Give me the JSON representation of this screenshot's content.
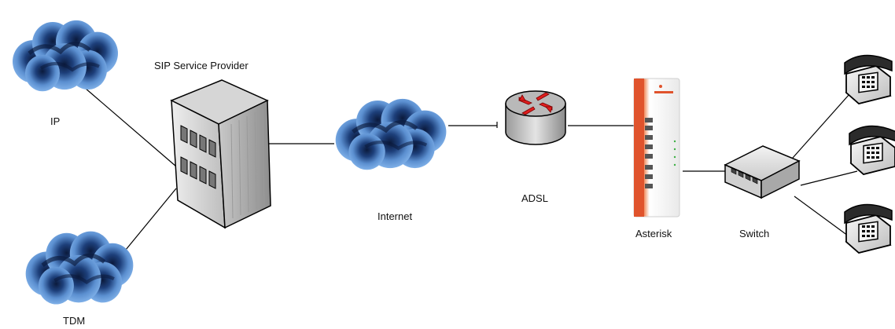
{
  "labels": {
    "ip": "IP",
    "tdm": "TDM",
    "sip_provider": "SIP Service Provider",
    "internet": "Internet",
    "adsl": "ADSL",
    "asterisk": "Asterisk",
    "switch": "Switch"
  },
  "icons": {
    "ip_cloud": "cloud-icon",
    "tdm_cloud": "cloud-icon",
    "internet_cloud": "cloud-icon",
    "sip_provider": "building-icon",
    "router": "router-icon",
    "asterisk_box": "server-appliance-icon",
    "switch": "network-switch-icon",
    "phone": "telephone-icon"
  },
  "colors": {
    "cloud_fill": "#5b8fd0",
    "cloud_dark": "#0b1a3c",
    "router_arrows": "#e01e1e",
    "asterisk_accent": "#e0532c",
    "line": "#000000"
  }
}
